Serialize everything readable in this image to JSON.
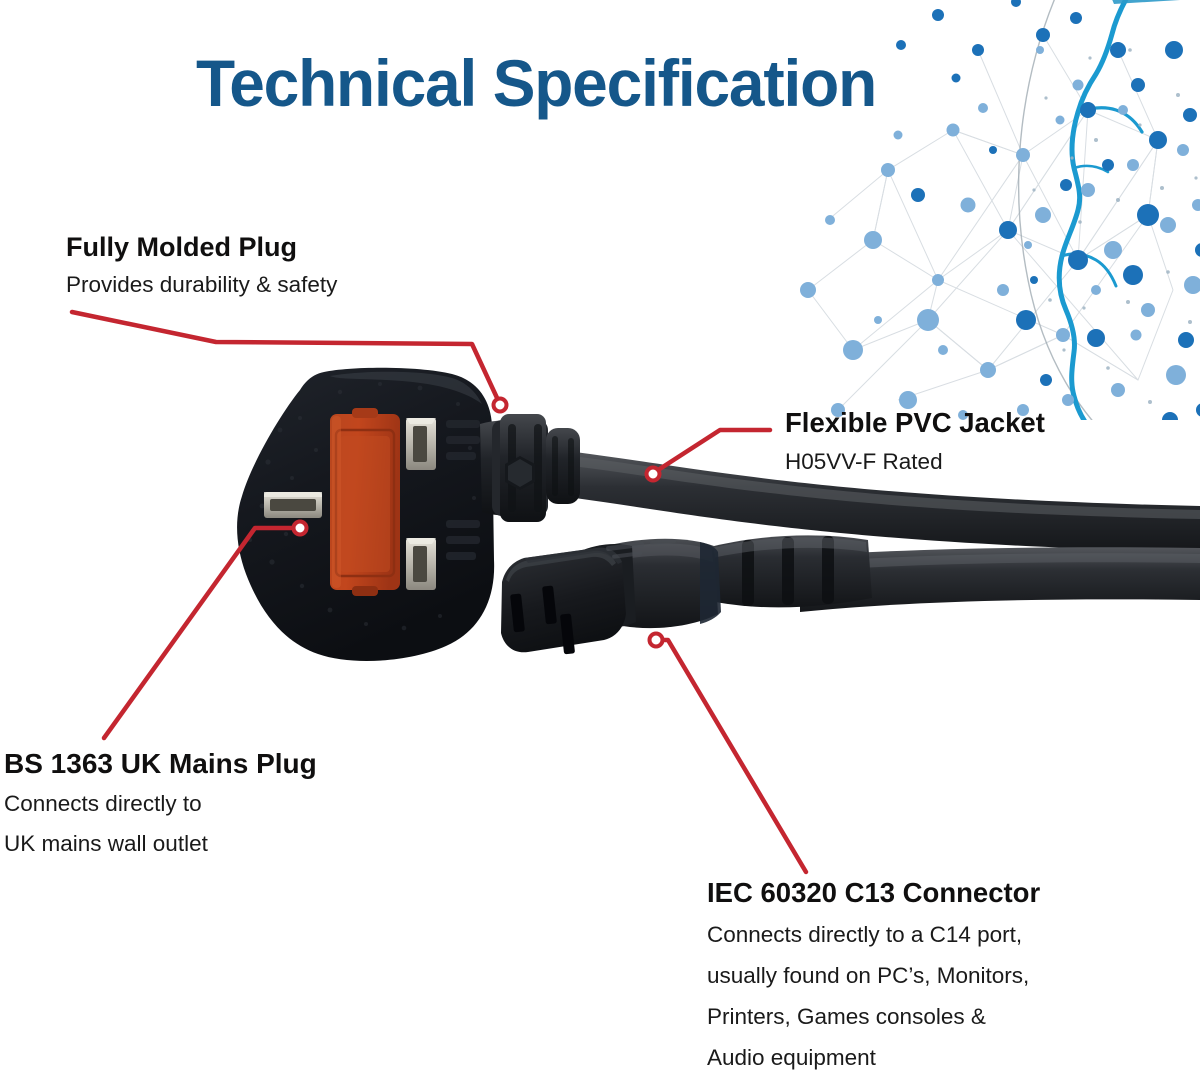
{
  "page": {
    "title": "Technical Specification",
    "background": "#ffffff"
  },
  "colors": {
    "title_blue": "#15578A",
    "leader_red": "#C42630",
    "text_black": "#100f0f",
    "globe_dark_dot": "#1C71B8",
    "globe_light_dot": "#7FB0DA",
    "globe_coast_cyan": "#1B9AD0",
    "globe_line_grey": "#D2D8DD",
    "plug_body_black": "#14161B",
    "fuse_cover_orange": "#C0401E",
    "pin_silver": "#C9C6BD",
    "connector_black": "#1B1D20",
    "cable_black": "#25282C"
  },
  "callouts": [
    {
      "id": "fully-molded-plug",
      "heading": "Fully Molded Plug",
      "lines": [
        "Provides durability & safety"
      ]
    },
    {
      "id": "flexible-pvc-jacket",
      "heading": "Flexible PVC Jacket",
      "lines": [
        "H05VV-F Rated"
      ]
    },
    {
      "id": "bs-1363-uk-mains-plug",
      "heading": "BS 1363 UK Mains Plug",
      "lines": [
        "Connects directly to",
        "UK mains wall outlet"
      ]
    },
    {
      "id": "iec-60320-c13-connector",
      "heading": "IEC 60320 C13 Connector",
      "lines": [
        "Connects directly to a C14 port,",
        "usually found on PC’s, Monitors,",
        "Printers, Games consoles &",
        "Audio equipment"
      ]
    }
  ],
  "graphics": {
    "globe": "network-globe-decoration",
    "product": "uk-mains-power-cable-photo",
    "plug": "bs1363-uk-plug",
    "connector": "iec-c13-connector",
    "cable": "pvc-jacket-cable"
  }
}
